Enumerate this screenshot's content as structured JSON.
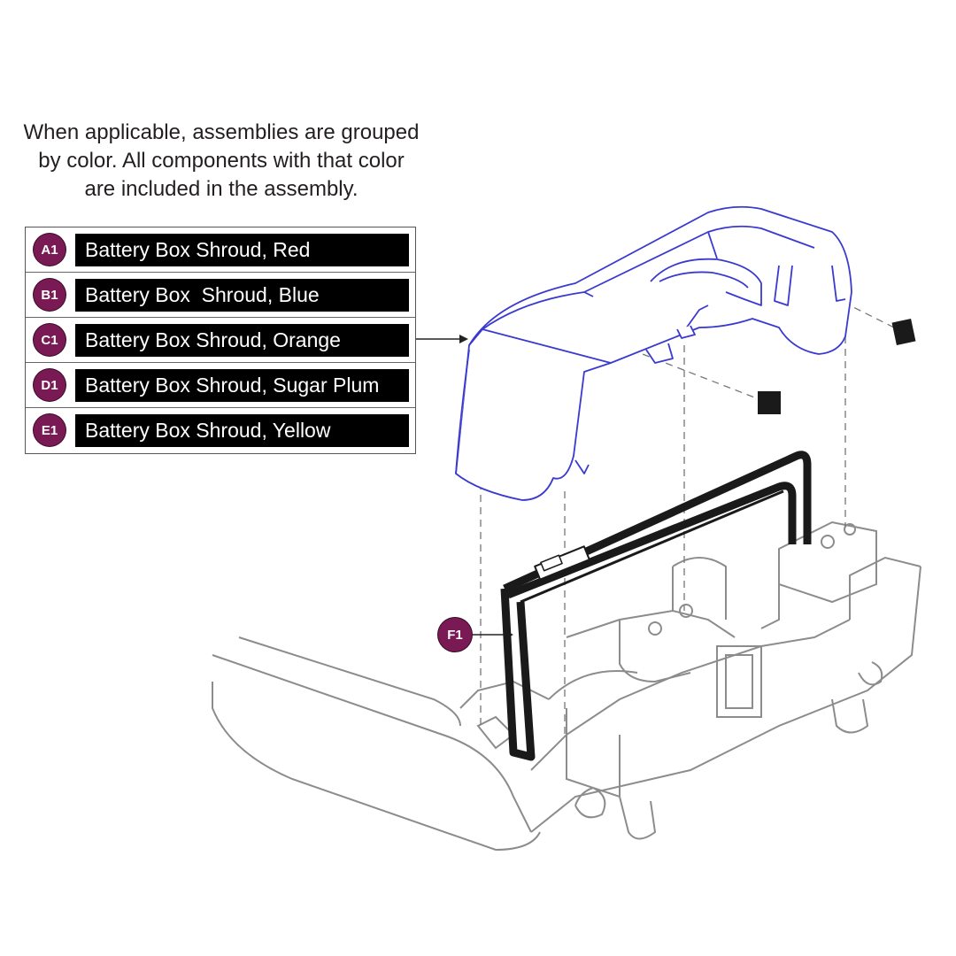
{
  "note": {
    "line1": "When applicable, assemblies are grouped",
    "line2": "by color. All components with that color",
    "line3": "are included in the assembly."
  },
  "parts": [
    {
      "id": "A1",
      "label": "Battery Box Shroud, Red"
    },
    {
      "id": "B1",
      "label": "Battery Box  Shroud, Blue"
    },
    {
      "id": "C1",
      "label": "Battery Box Shroud, Orange"
    },
    {
      "id": "D1",
      "label": "Battery Box Shroud, Sugar Plum"
    },
    {
      "id": "E1",
      "label": "Battery Box Shroud, Yellow"
    }
  ],
  "strap_callout": {
    "id": "F1"
  },
  "colors": {
    "badge": "#7a1a55",
    "shroud_outline": "#3a3ad0",
    "base_outline": "#8c8c8c",
    "strap": "#1a1a1a",
    "label_bg": "#000000"
  }
}
